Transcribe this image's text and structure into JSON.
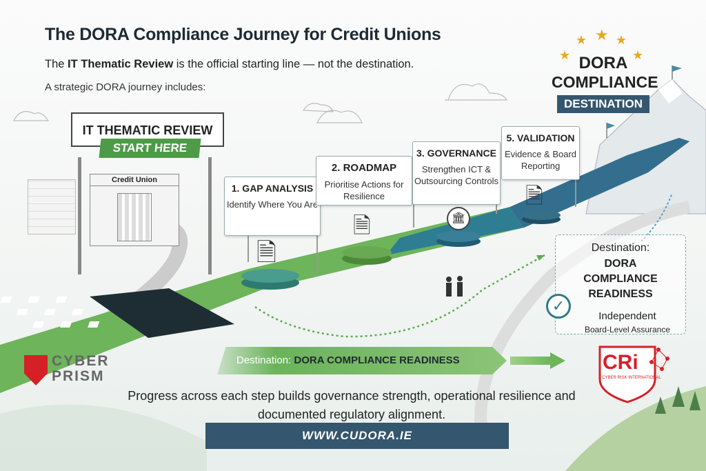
{
  "header": {
    "title": "The DORA Compliance Journey for Credit Unions",
    "subtitle_pre": "The ",
    "subtitle_bold": "IT Thematic Review",
    "subtitle_post": " is the official starting line — not the destination.",
    "intro": "A strategic DORA journey includes:"
  },
  "destination_badge": {
    "line1": "DORA",
    "line2": "COMPLIANCE",
    "pill": "DESTINATION"
  },
  "start_sign": {
    "title": "IT THEMATIC REVIEW",
    "badge": "START HERE",
    "building": "Credit Union"
  },
  "steps": [
    {
      "title": "1. GAP ANALYSIS",
      "desc": "Identify Where You Are",
      "icon": "document-search-icon"
    },
    {
      "title": "2. ROADMAP",
      "desc": "Prioritise Actions for Resilience",
      "icon": "document-pen-icon"
    },
    {
      "title": "3. GOVERNANCE",
      "desc": "Strengthen ICT & Outsourcing Controls",
      "icon": "institution-icon"
    },
    {
      "title": "5. VALIDATION",
      "desc": "Evidence & Board Reporting",
      "icon": "document-check-icon"
    }
  ],
  "destination_box": {
    "label": "Destination:",
    "title": "DORA COMPLIANCE READINESS",
    "assurance": "Independent",
    "assurance_sub": "Board-Level Assurance"
  },
  "banner": {
    "label": "Destination:",
    "value": "DORA COMPLIANCE READINESS"
  },
  "footer": {
    "text": "Progress across each step builds governance strength, operational resilience and documented regulatory alignment.",
    "url": "WWW.CUDORA.IE"
  },
  "logos": {
    "left": "CYBER PRISM",
    "right": "CRi",
    "right_sub": "CYBER RISK INTERNATIONAL"
  },
  "colors": {
    "navy": "#34566e",
    "green": "#4e9b47",
    "teal": "#2f6f86",
    "star": "#e9a91f",
    "red": "#d62027"
  }
}
